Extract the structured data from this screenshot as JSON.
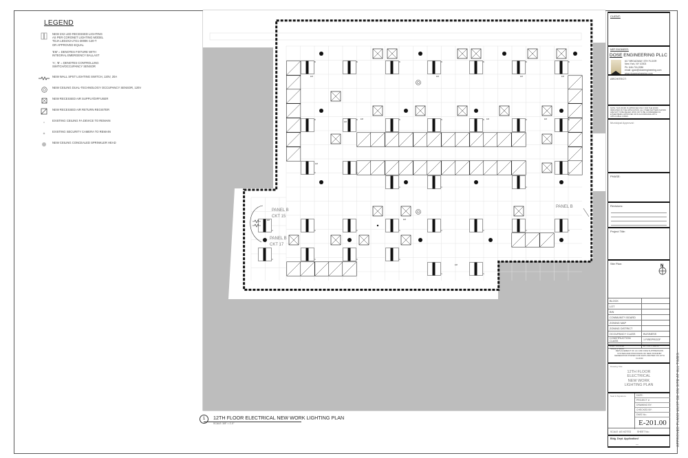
{
  "legend": {
    "title": "LEGEND",
    "items": [
      {
        "icon": "recessed-light-fixture-icon",
        "text": "NEW 2X2 LED RECESSED LIGHTING\nAS PER CORONET LIGHTING MODEL\nTDJA LED2X2-LTG1-3000K-120-T\nOR APPROVED EQUAL"
      },
      {
        "icon": "none",
        "text": "'EM' = DENOTES FIXTURE WITH\nINTEGRAL EMERGENCY BALLAST"
      },
      {
        "icon": "none",
        "text": "'A', 'B' = DENOTES CONTROLLING\nSWITCH/OCCUPANCY SENSOR"
      },
      {
        "icon": "wall-switch-icon",
        "text": "NEW WALL SPST LIGHTING SWITCH, 120V, 20A"
      },
      {
        "icon": "occupancy-sensor-icon",
        "text": "NEW CEILING DUAL-TECHNOLOGY OCCUPANCY SENSOR, 120V"
      },
      {
        "icon": "air-supply-diffuser-icon",
        "text": "NEW RECESSED AIR SUPPLY/DIFFUSER"
      },
      {
        "icon": "air-return-register-icon",
        "text": "NEW RECESSED AIR RETURN REGISTER"
      },
      {
        "icon": "fa-device-icon",
        "text": "EXISTING CEILING FA DEVICE TO REMAIN"
      },
      {
        "icon": "security-camera-icon",
        "text": "EXISTING SECURITY CAMERA TO REMAIN"
      },
      {
        "icon": "sprinkler-head-icon",
        "text": "NEW CEILING CONCEALED SPRINKLER HEAD"
      }
    ]
  },
  "plan": {
    "labels": {
      "panel_b_ckt15_a": "PANEL B",
      "panel_b_ckt15_b": "CKT 15",
      "panel_b_ckt17_a": "PANEL B",
      "panel_b_ckt17_b": "CKT 17",
      "panel_b_right": "PANEL B",
      "em": "EM",
      "a": "A",
      "b": "B"
    },
    "title_number": "1",
    "title": "12TH FLOOR ELECTRICAL NEW WORK LIGHTING PLAN",
    "scale": "SCALE:  3/8\" = 1'-0\""
  },
  "title_block": {
    "client_label": "CLIENT:",
    "mep_label": "MEP ENGINEER:",
    "firm_a": "DOSE",
    "firm_b": " ENGINEERING PLLC",
    "address": "617 BROADWAY, 5TH FLOOR\nNew York, NY 10003\nPh: 646-716-2086\nemail: qpan@doseengineering.com\nwww.doseengineering.com",
    "architect_label": "ARCHITECT:",
    "note": "NOTE: THIS WORK IS APPROVED ONLY FOR THE WORK INDICATED ON THE APPLICATION. ALL OTHER MATTERS SHOWN ARE NOT TO BE RELIED UPON OR TO BE CONSIDERED AS EITHER BEING APPROVED OR IN ACCORDANCE WITH APPLICABLE CODES.",
    "municipal_label": "Municipal Approval:",
    "phase_label": "PHASE:",
    "revisions_label": "Revisions:",
    "project_title_label": "Project Title:",
    "site_plan_label": "Site Plan:",
    "north": "N",
    "info_rows": [
      [
        "BLOCK",
        ""
      ],
      [
        "LOT",
        ""
      ],
      [
        "BIN",
        ""
      ],
      [
        "COMMUNITY BOARD",
        ""
      ],
      [
        "ZONING MAP",
        ""
      ],
      [
        "ZONING DISTRICT",
        ""
      ],
      [
        "OCCUPANCY CLASS",
        "BUSINESS"
      ],
      [
        "CONSTRUCTION CLASS",
        "1 FIREPROOF"
      ],
      [
        "USE GROUP",
        "B - OFFICES"
      ]
    ],
    "scope_label": "Scope of Work:",
    "scope": "REPLACEMENT OF AC AND FIRE SUPPRESSION SYSTEM AND PROVISION OF NEW STANDBY GENERATOR POWER FOR DATA CENTER ON 12TH FLOOR",
    "drawing_title_label": "Drawing Title:",
    "drawing_title": "12TH FLOOR\nELECTRICAL\nNEW WORK\nLIGHTING PLAN",
    "seal_label": "Seal & Signature:",
    "meta_rows": [
      "DATE:",
      "PROJECT #:",
      "DRAWING BY:",
      "CHECKED BY:",
      "DWG No.:"
    ],
    "dwg_no": "E-201.00",
    "scale_text": "SCALE:  AS NOTED",
    "sheet_no": "SHEET No.:",
    "bldg_label": "Bldg. Dept. Application#",
    "bldg_value": "—",
    "vertical_note": "APPROVED PLANS MUST BE ON SITE AT ALL TIMES."
  }
}
